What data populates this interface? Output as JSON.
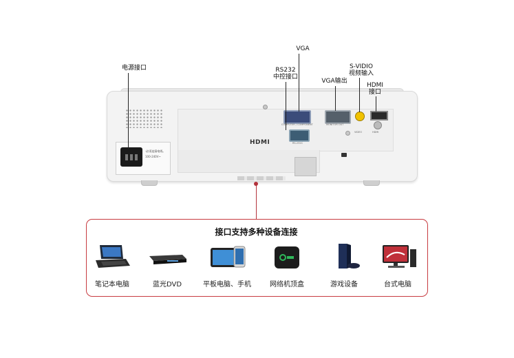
{
  "callouts": {
    "power": "电源接口",
    "vga": "VGA",
    "rs232_line1": "RS232",
    "rs232_line2": "中控接口",
    "vga_out": "VGA输出",
    "svideo_line1": "S-VIDIO",
    "svideo_line2": "视频输入",
    "hdmi_line1": "HDMI",
    "hdmi_line2": "接口"
  },
  "projector": {
    "power_text_1": "·必须连接电线。",
    "power_text_2": "100-240V~",
    "vga_caption": "COMPUTER / COMPONENT",
    "rs_caption": "RS-232C",
    "vgaout_caption": "MONITOR OUT",
    "video_caption": "VIDEO",
    "hdmi_caption": "HDMI",
    "brand_logo": "HDMI"
  },
  "panel": {
    "title": "接口支持多种设备连接",
    "devices": [
      {
        "label": "笔记本电脑",
        "icon": "laptop-icon"
      },
      {
        "label": "蓝光DVD",
        "icon": "bluray-player-icon"
      },
      {
        "label": "平板电脑、手机",
        "icon": "tablet-phone-icon"
      },
      {
        "label": "网络机顶盒",
        "icon": "set-top-box-icon"
      },
      {
        "label": "游戏设备",
        "icon": "game-console-icon"
      },
      {
        "label": "台式电脑",
        "icon": "desktop-computer-icon"
      }
    ]
  },
  "colors": {
    "accent_red": "#c73a3f",
    "vga_blue": "#3b4c7a",
    "video_yellow": "#f1c200"
  }
}
